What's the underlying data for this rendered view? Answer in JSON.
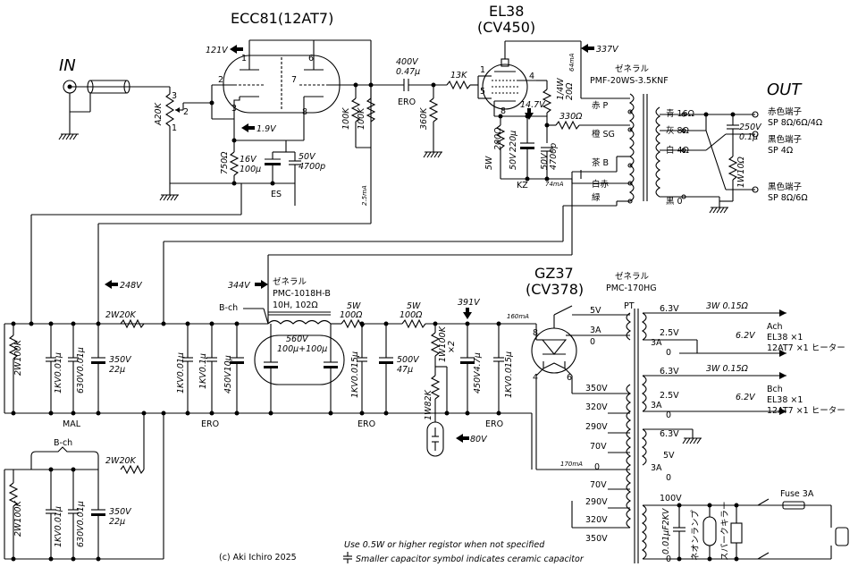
{
  "tubes": {
    "v1_name": "ECC81(12AT7)",
    "v2_name": "EL38",
    "v2_alt": "(CV450)",
    "v3_name": "GZ37",
    "v3_alt": "(CV378)"
  },
  "io": {
    "in": "IN",
    "out": "OUT"
  },
  "voltages": {
    "v121": "121V",
    "v1_9": "1.9V",
    "v337": "337V",
    "v14_7": "14.7V",
    "v248": "248V",
    "v344": "344V",
    "v391": "391V",
    "v80": "80V"
  },
  "currents": {
    "c64": "64mA",
    "c2_5": "2.5mA",
    "c74": "74mA",
    "c160": "160mA",
    "c170": "170mA"
  },
  "pins": {
    "p1": "1",
    "p2": "2",
    "p3": "3",
    "p6": "6",
    "p7": "7",
    "p8": "8",
    "p4": "4",
    "p5": "5"
  },
  "components": {
    "vol": "A20K",
    "r750": "750Ω",
    "c16": "16V",
    "c100u": "100μ",
    "c50": "50V",
    "c4700p": "4700p",
    "es": "ES",
    "r100k_a": "100K",
    "r100k_b": "100K",
    "cc_v": "400V",
    "cc_u": "0.47μ",
    "ero": "ERO",
    "r13k": "13K",
    "r360k": "360K",
    "r14w": "1/4W",
    "r20": "20Ω",
    "r330": "330Ω",
    "r5w": "5W",
    "r200": "200Ω",
    "c220_v": "50V",
    "c220_u": "220μ",
    "c4700b_v": "50V",
    "c4700b_u": "4700p",
    "kz": "KZ"
  },
  "ot": {
    "maker": "ゼネラル",
    "model": "PMF-20WS-3.5KNF",
    "red_p": "赤 P",
    "orange_sg": "橙 SG",
    "brown_b": "茶 B",
    "whitered": "白赤",
    "green": "緑",
    "t16": "青 16Ω",
    "t8": "灰 8Ω",
    "t4": "白 4Ω",
    "t0": "黒 0",
    "c250": "250V",
    "c01": "0.1μ",
    "r1w": "1W10Ω",
    "term1a": "赤色端子",
    "term1b": "SP 8Ω/6Ω/4Ω",
    "term2a": "黒色端子",
    "term2b": "SP 4Ω",
    "term3a": "黒色端子",
    "term3b": "SP 8Ω/6Ω"
  },
  "psu": {
    "r2w20k": "2W20K",
    "r2w20k_b": "2W20K",
    "r2w100k": "2W100K",
    "r2w100k_b": "2W100K",
    "c1kv": "1KV0.01μ",
    "c630": "630V0.01μ",
    "c350": "350V",
    "c22": "22μ",
    "c1kv_b": "1KV0.01μ",
    "c630_b": "630V0.01μ",
    "c350_b": "350V",
    "c22_b": "22μ",
    "mal": "MAL",
    "bch": "B-ch",
    "bch2": "B-ch",
    "c1kv2": "1KV0.01μ",
    "c1kv01": "1KV0.1μ",
    "c450": "450V10μ",
    "choke_maker": "ゼネラル",
    "choke_model": "PMC-1018H-B",
    "choke_spec": "10H, 102Ω",
    "c560": "560V",
    "c560u": "100μ+100μ",
    "r5w_a": "5W",
    "r100_a": "100Ω",
    "r5w_b": "5W",
    "r100_b": "100Ω",
    "c1kv015a": "1KV0.015μ",
    "c500": "500V",
    "c47": "47μ",
    "r1w100k": "1W100K",
    "x2": "×2",
    "r1w82k": "1W82K",
    "c450_47": "450V4.7μ",
    "c1kv015b": "1KV0.015μ",
    "ero_a": "ERO",
    "ero_b": "ERO",
    "ero_c": "ERO"
  },
  "pt": {
    "maker": "ゼネラル",
    "model": "PMC-170HG",
    "pt": "PT",
    "h5v": "5V",
    "h3a": "3A",
    "h0": "0",
    "s350a": "350V",
    "s320a": "320V",
    "s290a": "290V",
    "s70": "70V",
    "s0": "0",
    "s70b": "70V",
    "s290b": "290V",
    "s320b": "320V",
    "s350b": "350V",
    "h63a": "6.3V",
    "h25a": "2.5V",
    "h3aa": "3A",
    "h0a": "0",
    "h63b": "6.3V",
    "h25b": "2.5V",
    "h3ab": "3A",
    "h0b": "0",
    "h63c": "6.3V",
    "h5vc": "5V",
    "h3ac": "3A",
    "h0c": "0",
    "r3w": "3W 0.15Ω",
    "r3w2": "3W 0.15Ω",
    "v62": "6.2V",
    "v62b": "6.2V",
    "ach": "Ach",
    "ach1": "EL38 ×1",
    "ach2": "12AT7 ×1 ヒーター",
    "bch": "Bch",
    "bch1": "EL38 ×1",
    "bch2": "12AT7 ×1 ヒーター",
    "p100": "100V",
    "p0": "0",
    "cx": "0.01μF2KV",
    "neon": "ネオンランプ",
    "spark": "スパークキラー",
    "fuse": "Fuse 3A"
  },
  "notes": {
    "copyright": "(c) Aki Ichiro 2025",
    "note1": "Use 0.5W or higher registor when not specified",
    "note2": "Smaller capacitor symbol indicates ceramic capacitor"
  }
}
